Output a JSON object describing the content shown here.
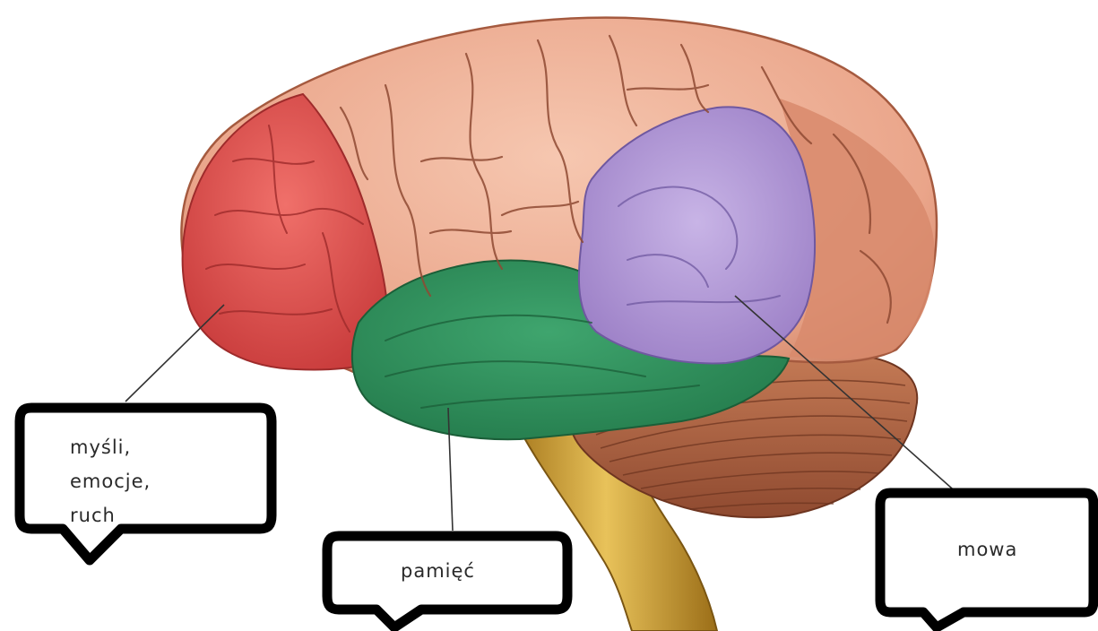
{
  "labels": {
    "frontal": {
      "lines": [
        "myśli,",
        "emocje,",
        "ruch"
      ]
    },
    "temporal": {
      "text": "pamięć"
    },
    "parietal": {
      "text": "mowa"
    }
  },
  "colors": {
    "frontal": "#e4504f",
    "temporal": "#2e8f5c",
    "parietal": "#b49ad6",
    "cortex": "#f1b39a",
    "cortex_dark": "#c97357",
    "cerebellum": "#b5694a",
    "brainstem": "#d9a93c"
  }
}
